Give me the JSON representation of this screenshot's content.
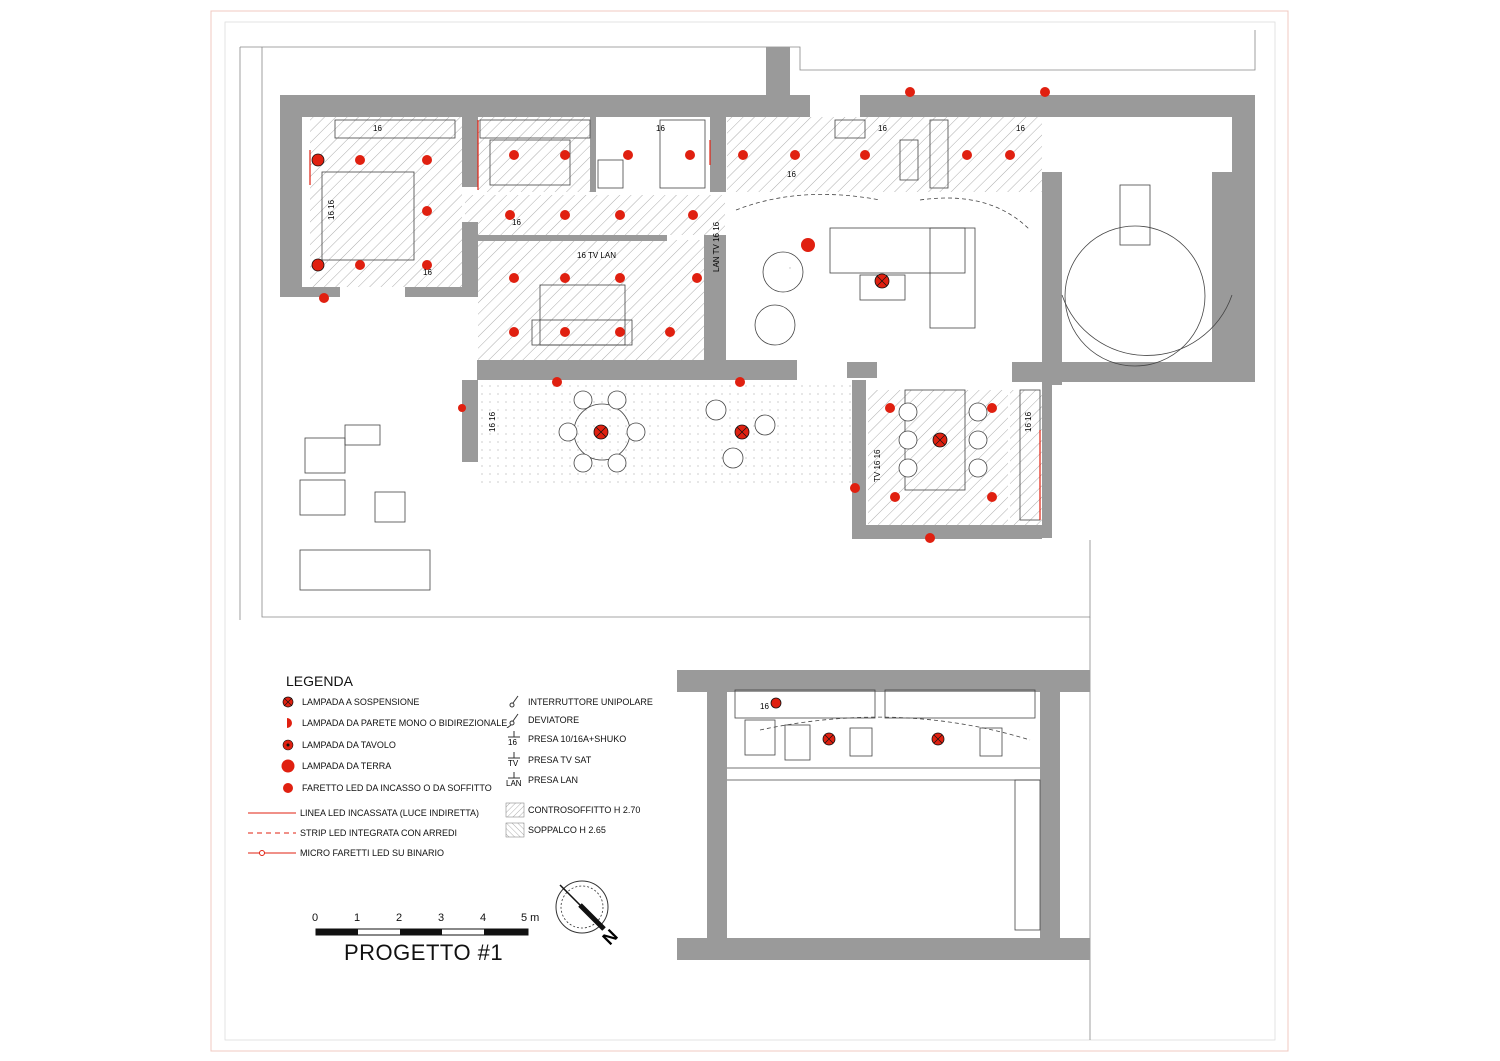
{
  "legend": {
    "title": "LEGENDA",
    "items_left": [
      {
        "symbol": "pendant-lamp",
        "label": "LAMPADA A SOSPENSIONE"
      },
      {
        "symbol": "wall-lamp",
        "label": "LAMPADA DA PARETE MONO O BIDIREZIONALE"
      },
      {
        "symbol": "table-lamp",
        "label": "LAMPADA DA TAVOLO"
      },
      {
        "symbol": "floor-lamp",
        "label": "LAMPADA DA TERRA"
      },
      {
        "symbol": "led-spot",
        "label": "FARETTO LED DA INCASSO O DA SOFFITTO"
      },
      {
        "symbol": "led-line",
        "label": "LINEA LED INCASSATA (LUCE INDIRETTA)"
      },
      {
        "symbol": "led-strip",
        "label": "STRIP LED INTEGRATA CON ARREDI"
      },
      {
        "symbol": "micro-spot-track",
        "label": "MICRO FARETTI LED SU BINARIO"
      }
    ],
    "items_right": [
      {
        "symbol": "switch",
        "label": "INTERRUTTORE UNIPOLARE"
      },
      {
        "symbol": "two-way-switch",
        "label": "DEVIATORE"
      },
      {
        "symbol": "socket",
        "code": "16",
        "label": "PRESA 10/16A+SHUKO"
      },
      {
        "symbol": "tv-socket",
        "code": "TV",
        "label": "PRESA TV SAT"
      },
      {
        "symbol": "lan-socket",
        "code": "LAN",
        "label": "PRESA LAN"
      },
      {
        "symbol": "hatch-ceiling",
        "label": "CONTROSOFFITTO H 2.70"
      },
      {
        "symbol": "hatch-loft",
        "label": "SOPPALCO H 2.65"
      }
    ]
  },
  "scale_bar": {
    "ticks": [
      "0",
      "1",
      "2",
      "3",
      "4",
      "5 m"
    ]
  },
  "project_title": "PROGETTO #1",
  "north_label": "N",
  "plan_labels": {
    "socket": "16",
    "tv_lan_1": "16 TV LAN",
    "tv_lan_2": "LAN TV 16 16",
    "tv_16": "TV 16 16",
    "sock_pair": "16 16"
  },
  "colors": {
    "wall": "#9a9a9a",
    "lamp": "#e02010",
    "line": "#333333",
    "frame": "#f0c8c0"
  }
}
